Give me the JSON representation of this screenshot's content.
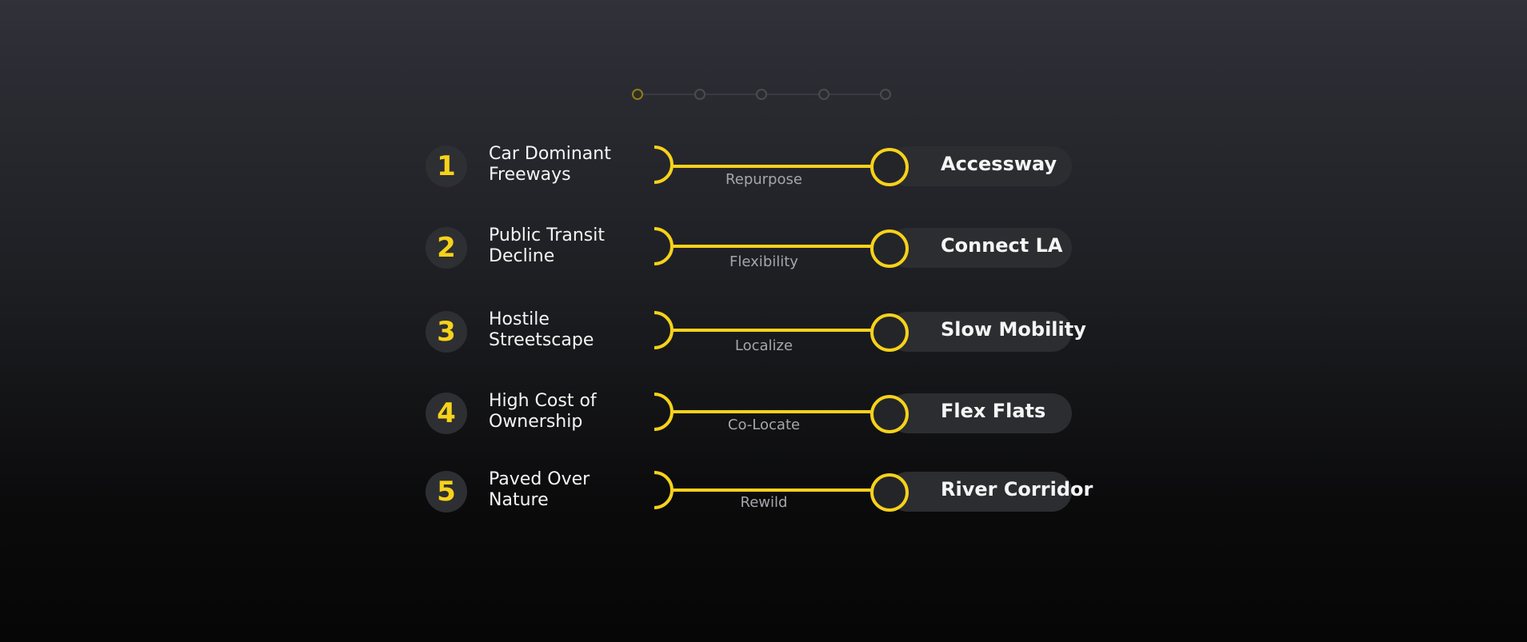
{
  "stepper": {
    "steps": 5,
    "active_index": 0
  },
  "rows": [
    {
      "number": "1",
      "problem_line1": "Car Dominant",
      "problem_line2": "Freeways",
      "verb": "Repurpose",
      "solution": "Accessway"
    },
    {
      "number": "2",
      "problem_line1": "Public Transit",
      "problem_line2": "Decline",
      "verb": "Flexibility",
      "solution": "Connect LA"
    },
    {
      "number": "3",
      "problem_line1": "Hostile",
      "problem_line2": "Streetscape",
      "verb": "Localize",
      "solution": "Slow Mobility"
    },
    {
      "number": "4",
      "problem_line1": "High Cost of",
      "problem_line2": "Ownership",
      "verb": "Co-Locate",
      "solution": "Flex Flats"
    },
    {
      "number": "5",
      "problem_line1": "Paved Over",
      "problem_line2": "Nature",
      "verb": "Rewild",
      "solution": "River Corridor"
    }
  ],
  "colors": {
    "accent": "#f7d21a",
    "pill": "#2c2d30",
    "number_circle": "#2e2f33",
    "verb_text": "#a5a6ab"
  }
}
